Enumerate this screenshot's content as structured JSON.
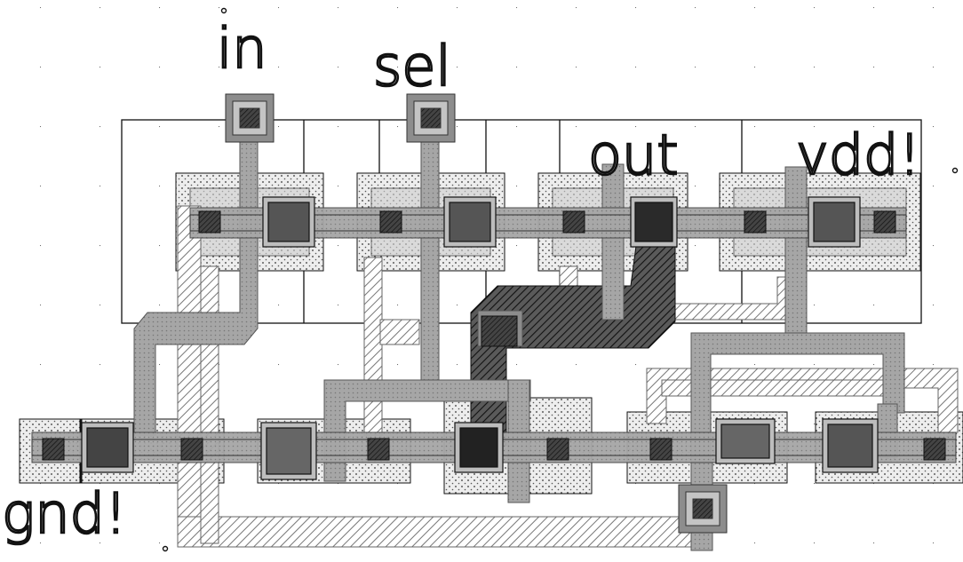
{
  "pins": {
    "in": "in",
    "sel": "sel",
    "out": "out",
    "vdd": "vdd!",
    "gnd": "gnd!"
  },
  "colors": {
    "background": "#ffffff",
    "grid_dot": "#555555",
    "outline": "#111111",
    "metal": "#9a9a9a",
    "contact": "#3c3c3c",
    "diffusion_fill": "#f2f2f2"
  }
}
